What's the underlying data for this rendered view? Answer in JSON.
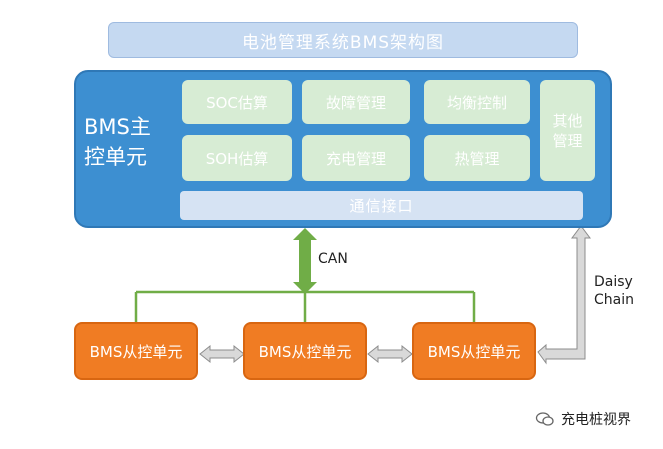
{
  "title": "电池管理系统BMS架构图",
  "master": {
    "label_line1": "BMS主",
    "label_line2": "控单元",
    "modules": {
      "soc": "SOC估算",
      "fault": "故障管理",
      "balance": "均衡控制",
      "soh": "SOH估算",
      "charge": "充电管理",
      "thermal": "热管理",
      "other_line1": "其他",
      "other_line2": "管理"
    },
    "comm_interface": "通信接口"
  },
  "links": {
    "can": "CAN",
    "daisy_line1": "Daisy",
    "daisy_line2": "Chain"
  },
  "slaves": [
    "BMS从控单元",
    "BMS从控单元",
    "BMS从控单元"
  ],
  "watermark": "充电桩视界",
  "colors": {
    "master_blue": "#3d8fd1",
    "module_green": "#d7ecd4",
    "slave_orange": "#f07c23",
    "can_green": "#70ad47",
    "arrow_gray": "#a6a6a6"
  }
}
